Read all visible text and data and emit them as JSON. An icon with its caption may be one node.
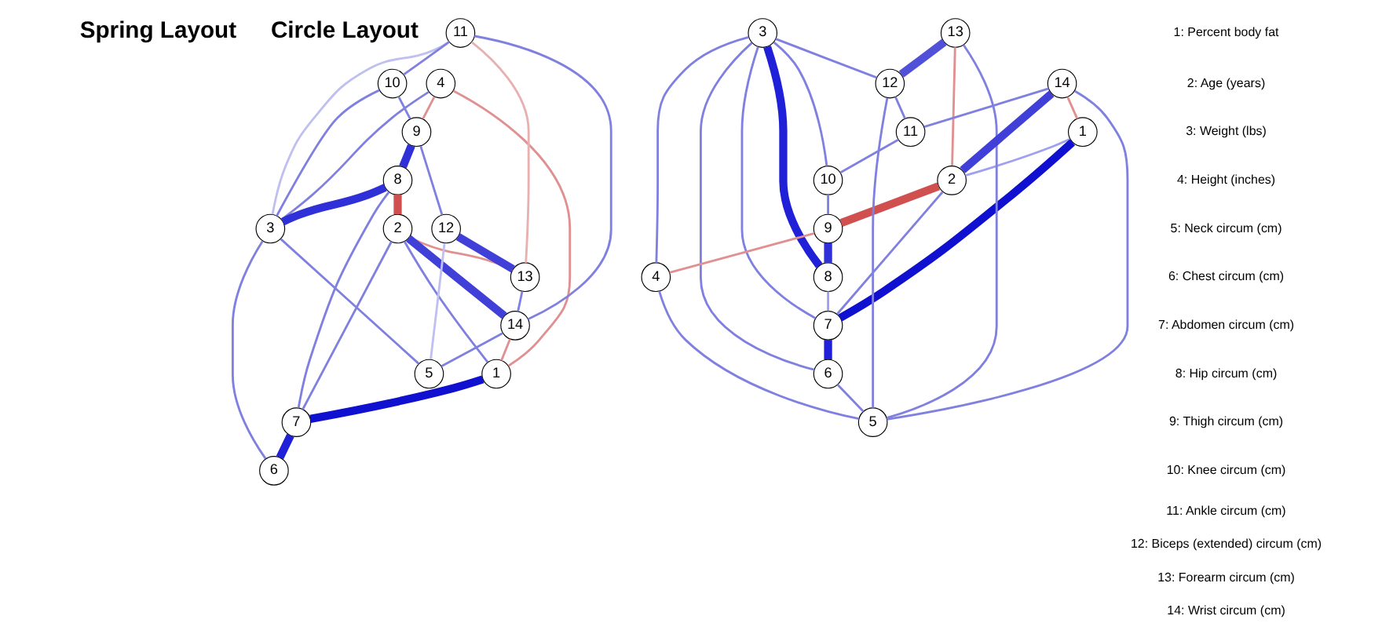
{
  "diagram": {
    "nodes": [
      {
        "text": [
          "1"
        ]
      },
      {
        "text": [
          "2"
        ]
      },
      {
        "text": [
          "3"
        ]
      },
      {
        "text": [
          "4"
        ]
      },
      {
        "text": [
          "5"
        ]
      },
      {
        "text": [
          "6"
        ]
      },
      {
        "text": [
          "7"
        ]
      },
      {
        "text": [
          "8"
        ]
      },
      {
        "text": [
          "9"
        ]
      },
      {
        "text": [
          "10"
        ]
      },
      {
        "text": [
          "11"
        ]
      },
      {
        "text": [
          "12"
        ]
      },
      {
        "text": [
          "13"
        ]
      },
      {
        "text": [
          "14"
        ]
      },
      {
        "text": [
          "1"
        ]
      },
      {
        "text": [
          "2"
        ]
      },
      {
        "text": [
          "3"
        ]
      },
      {
        "text": [
          "4"
        ]
      },
      {
        "text": [
          "5"
        ]
      },
      {
        "text": [
          "6"
        ]
      },
      {
        "text": [
          "7"
        ]
      },
      {
        "text": [
          "8"
        ]
      },
      {
        "text": [
          "9"
        ]
      },
      {
        "text": [
          "10"
        ]
      },
      {
        "text": [
          "11"
        ]
      },
      {
        "text": [
          "12"
        ]
      },
      {
        "text": [
          "13"
        ]
      },
      {
        "text": [
          "14"
        ]
      }
    ],
    "edges": [
      {
        "from": 0,
        "to": 6,
        "arrow": "none",
        "style": "thick",
        "color": "#1010d0"
      },
      {
        "from": 6,
        "to": 5,
        "arrow": "none",
        "style": "thick",
        "color": "#2020d8"
      },
      {
        "from": 8,
        "to": 7,
        "arrow": "none",
        "style": "thick",
        "color": "#3030d8"
      },
      {
        "from": 7,
        "to": 2,
        "arrow": "none",
        "style": "thick",
        "color": "#3030d8"
      },
      {
        "from": 7,
        "to": 1,
        "arrow": "none",
        "style": "thick",
        "color": "#d05050"
      },
      {
        "from": 1,
        "to": 13,
        "arrow": "none",
        "style": "thick",
        "color": "#4040d8"
      },
      {
        "from": 13,
        "to": 4,
        "arrow": "none"
      },
      {
        "from": 10,
        "to": 13,
        "arrow": "none"
      },
      {
        "from": 10,
        "to": 9,
        "arrow": "none"
      },
      {
        "from": 9,
        "to": 8,
        "arrow": "none"
      },
      {
        "from": 8,
        "to": 11,
        "arrow": "none"
      },
      {
        "from": 11,
        "to": 12,
        "arrow": "none",
        "style": "thick",
        "color": "#4040d8"
      },
      {
        "from": 3,
        "to": 2,
        "arrow": "none"
      },
      {
        "from": 3,
        "to": 8,
        "arrow": "none",
        "color": "#e09090"
      },
      {
        "from": 9,
        "to": 2,
        "arrow": "none"
      },
      {
        "from": 2,
        "to": 5,
        "arrow": "none"
      },
      {
        "from": 2,
        "to": 4,
        "arrow": "none"
      },
      {
        "from": 1,
        "to": 12,
        "arrow": "none",
        "color": "#e09090"
      },
      {
        "from": 13,
        "to": 0,
        "arrow": "none",
        "color": "#e09090"
      },
      {
        "from": 3,
        "to": 0,
        "arrow": "none",
        "color": "#e09090"
      },
      {
        "from": 7,
        "to": 6,
        "arrow": "none"
      },
      {
        "from": 1,
        "to": 6,
        "arrow": "none"
      },
      {
        "from": 1,
        "to": 0,
        "arrow": "none"
      },
      {
        "from": 12,
        "to": 13,
        "arrow": "none"
      },
      {
        "from": 11,
        "to": 4,
        "arrow": "none",
        "color": "#c0c0f0"
      },
      {
        "from": 10,
        "to": 2,
        "arrow": "none",
        "color": "#c0c0f0"
      },
      {
        "from": 10,
        "to": 12,
        "arrow": "none",
        "color": "#e8b0b0"
      },
      {
        "from": 14,
        "to": 20,
        "arrow": "none",
        "style": "thick",
        "color": "#1010d0"
      },
      {
        "from": 15,
        "to": 22,
        "arrow": "none",
        "style": "thick",
        "color": "#d05050"
      },
      {
        "from": 16,
        "to": 21,
        "arrow": "none",
        "style": "thick",
        "color": "#2020d8"
      },
      {
        "from": 27,
        "to": 14,
        "arrow": "none",
        "color": "#e09090"
      },
      {
        "from": 27,
        "to": 15,
        "arrow": "none",
        "style": "thick",
        "color": "#4040d8"
      },
      {
        "from": 27,
        "to": 18,
        "arrow": "none"
      },
      {
        "from": 22,
        "to": 21,
        "arrow": "none",
        "style": "thick",
        "color": "#3030d8"
      },
      {
        "from": 20,
        "to": 19,
        "arrow": "none",
        "style": "thick",
        "color": "#2020d8"
      },
      {
        "from": 21,
        "to": 20,
        "arrow": "none",
        "color": "#a0a0f0"
      },
      {
        "from": 26,
        "to": 25,
        "arrow": "none",
        "style": "thick",
        "color": "#5050d8"
      },
      {
        "from": 25,
        "to": 24,
        "arrow": "none"
      },
      {
        "from": 24,
        "to": 23,
        "arrow": "none"
      },
      {
        "from": 23,
        "to": 22,
        "arrow": "none"
      },
      {
        "from": 27,
        "to": 24,
        "arrow": "none"
      },
      {
        "from": 16,
        "to": 17,
        "arrow": "none"
      },
      {
        "from": 17,
        "to": 18,
        "arrow": "none"
      },
      {
        "from": 16,
        "to": 19,
        "arrow": "none"
      },
      {
        "from": 16,
        "to": 20,
        "arrow": "none"
      },
      {
        "from": 15,
        "to": 20,
        "arrow": "none"
      },
      {
        "from": 16,
        "to": 23,
        "arrow": "none"
      },
      {
        "from": 16,
        "to": 25,
        "arrow": "none"
      },
      {
        "from": 26,
        "to": 15,
        "arrow": "none",
        "color": "#e09090"
      },
      {
        "from": 26,
        "to": 18,
        "arrow": "none"
      },
      {
        "from": 25,
        "to": 18,
        "arrow": "none"
      },
      {
        "from": 22,
        "to": 17,
        "arrow": "none",
        "color": "#e09090"
      },
      {
        "from": 19,
        "to": 18,
        "arrow": "none"
      },
      {
        "from": 14,
        "to": 15,
        "arrow": "none",
        "color": "#a0a0f0"
      }
    ],
    "labels": [
      "Spring Layout",
      "Circle Layout",
      "1: Percent body fat",
      "2: Age (years)",
      "3: Weight (lbs)",
      "4: Height (inches)",
      "5: Neck circum (cm)",
      "6: Chest circum (cm)",
      "7: Abdomen circum (cm)",
      "8: Hip circum (cm)",
      "9: Thigh circum (cm)",
      "10: Knee circum (cm)",
      "11: Ankle circum (cm)",
      "12: Biceps (extended) circum (cm)",
      "13: Forearm circum (cm)",
      "14: Wrist circum (cm)"
    ]
  }
}
